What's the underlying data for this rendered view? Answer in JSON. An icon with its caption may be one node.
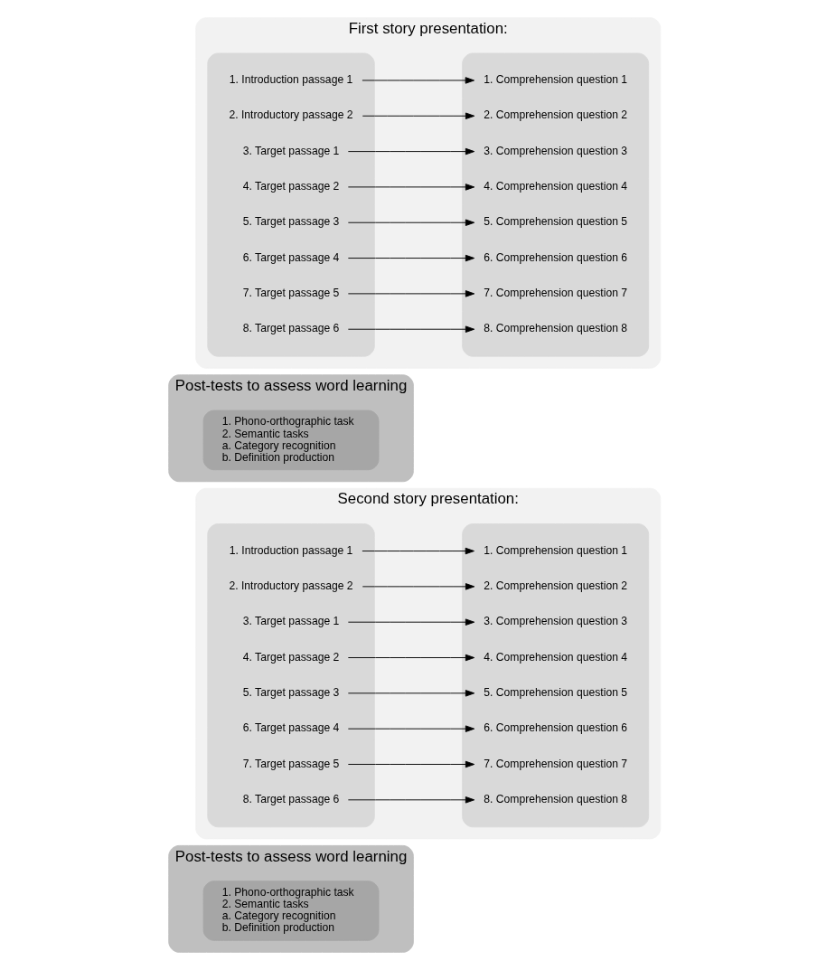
{
  "diagram": {
    "nodes": [
      {
        "text": [
          "First story presentation:"
        ]
      },
      {
        "text": [],
        "shape": "box",
        "in": 0
      },
      {
        "text": [
          "1. Introduction passage 1"
        ],
        "in": 1
      },
      {
        "text": [
          "2. Introductory passage 2"
        ],
        "in": 1
      },
      {
        "text": [
          "3. Target passage 1"
        ],
        "in": 1
      },
      {
        "text": [
          "4. Target passage 2"
        ],
        "in": 1
      },
      {
        "text": [
          "5. Target passage 3"
        ],
        "in": 1
      },
      {
        "text": [
          "6. Target passage 4"
        ],
        "in": 1
      },
      {
        "text": [
          "7. Target passage 5"
        ],
        "in": 1
      },
      {
        "text": [
          "8. Target passage 6"
        ],
        "in": 1
      },
      {
        "text": [],
        "shape": "box",
        "in": 0
      },
      {
        "text": [
          "1. Comprehension question 1"
        ],
        "in": 10
      },
      {
        "text": [
          "2. Comprehension question 2"
        ],
        "in": 10
      },
      {
        "text": [
          "3. Comprehension question 3"
        ],
        "in": 10
      },
      {
        "text": [
          "4. Comprehension question 4"
        ],
        "in": 10
      },
      {
        "text": [
          "5. Comprehension question 5"
        ],
        "in": 10
      },
      {
        "text": [
          "6. Comprehension question 6"
        ],
        "in": 10
      },
      {
        "text": [
          "7. Comprehension question 7"
        ],
        "in": 10
      },
      {
        "text": [
          "8. Comprehension question 8"
        ],
        "in": 10
      },
      {
        "text": [
          "Post-tests to assess word learning"
        ]
      },
      {
        "text": [
          "1. Phono-orthographic task",
          "2. Semantic tasks",
          "a. Category recognition",
          "b. Definition production"
        ],
        "in": 19
      },
      {
        "text": [
          "Second story presentation:"
        ]
      },
      {
        "text": [],
        "shape": "box",
        "in": 21
      },
      {
        "text": [
          "1. Introduction passage 1"
        ],
        "in": 22
      },
      {
        "text": [
          "2. Introductory passage 2"
        ],
        "in": 22
      },
      {
        "text": [
          "3. Target passage 1"
        ],
        "in": 22
      },
      {
        "text": [
          "4. Target passage 2"
        ],
        "in": 22
      },
      {
        "text": [
          "5. Target passage 3"
        ],
        "in": 22
      },
      {
        "text": [
          "6. Target passage 4"
        ],
        "in": 22
      },
      {
        "text": [
          "7. Target passage 5"
        ],
        "in": 22
      },
      {
        "text": [
          "8. Target passage 6"
        ],
        "in": 22
      },
      {
        "text": [],
        "shape": "box",
        "in": 21
      },
      {
        "text": [
          "1. Comprehension question 1"
        ],
        "in": 31
      },
      {
        "text": [
          "2. Comprehension question 2"
        ],
        "in": 31
      },
      {
        "text": [
          "3. Comprehension question 3"
        ],
        "in": 31
      },
      {
        "text": [
          "4. Comprehension question 4"
        ],
        "in": 31
      },
      {
        "text": [
          "5. Comprehension question 5"
        ],
        "in": 31
      },
      {
        "text": [
          "6. Comprehension question 6"
        ],
        "in": 31
      },
      {
        "text": [
          "7. Comprehension question 7"
        ],
        "in": 31
      },
      {
        "text": [
          "8. Comprehension question 8"
        ],
        "in": 31
      },
      {
        "text": [
          "Post-tests to assess word learning"
        ]
      },
      {
        "text": [
          "1. Phono-orthographic task",
          "2. Semantic tasks",
          "a. Category recognition",
          "b. Definition production"
        ],
        "in": 40
      }
    ],
    "edges": [
      {
        "from": 2,
        "to": 11,
        "arrow": "to"
      },
      {
        "from": 3,
        "to": 12,
        "arrow": "to"
      },
      {
        "from": 4,
        "to": 13,
        "arrow": "to"
      },
      {
        "from": 5,
        "to": 14,
        "arrow": "to"
      },
      {
        "from": 6,
        "to": 15,
        "arrow": "to"
      },
      {
        "from": 7,
        "to": 16,
        "arrow": "to"
      },
      {
        "from": 8,
        "to": 17,
        "arrow": "to"
      },
      {
        "from": 9,
        "to": 18,
        "arrow": "to"
      },
      {
        "from": 23,
        "to": 32,
        "arrow": "to"
      },
      {
        "from": 24,
        "to": 33,
        "arrow": "to"
      },
      {
        "from": 25,
        "to": 34,
        "arrow": "to"
      },
      {
        "from": 26,
        "to": 35,
        "arrow": "to"
      },
      {
        "from": 27,
        "to": 36,
        "arrow": "to"
      },
      {
        "from": 28,
        "to": 37,
        "arrow": "to"
      },
      {
        "from": 29,
        "to": 38,
        "arrow": "to"
      },
      {
        "from": 30,
        "to": 39,
        "arrow": "to"
      }
    ]
  }
}
